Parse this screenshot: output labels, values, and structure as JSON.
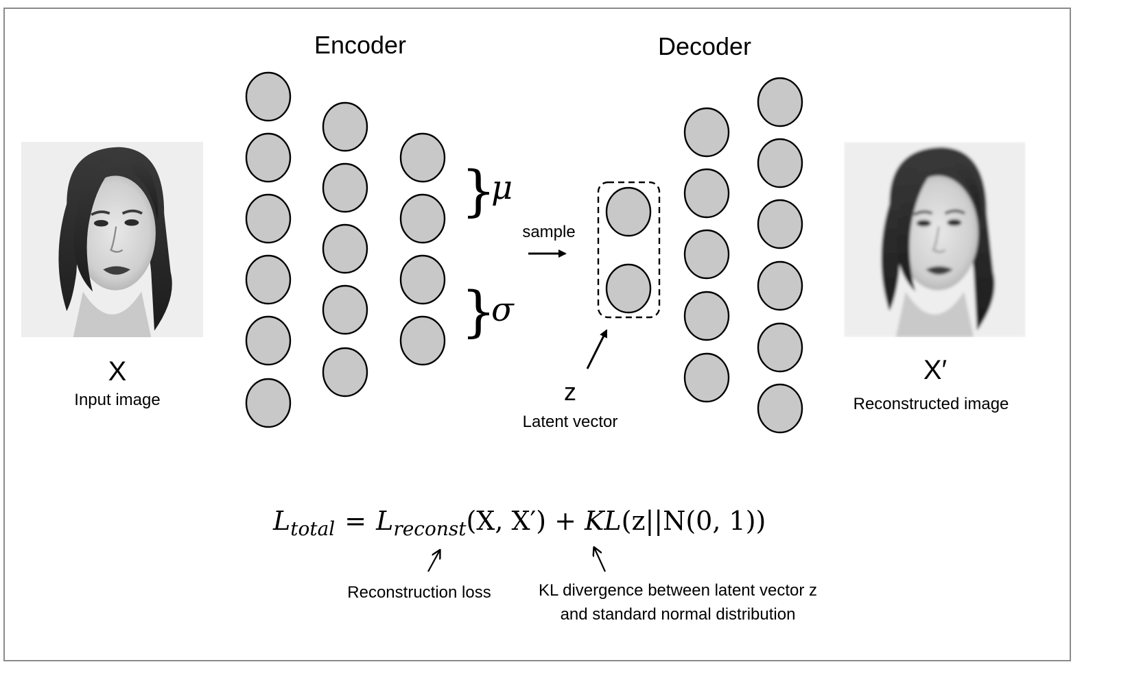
{
  "encoder_title": "Encoder",
  "decoder_title": "Decoder",
  "input": {
    "symbol": "X",
    "caption": "Input image"
  },
  "output": {
    "symbol": "X′",
    "caption": "Reconstructed image"
  },
  "mu_symbol": "μ",
  "sigma_symbol": "σ",
  "sample_label": "sample",
  "latent": {
    "symbol": "z",
    "caption": "Latent vector"
  },
  "loss_equation": {
    "L": "L",
    "total_sub": "total",
    "equals": "=",
    "reconst_sub": "reconst",
    "args": "(X, X′) + ",
    "kl": "KL",
    "kl_args": "(z||N(0, 1))"
  },
  "reconstruction_loss_label": "Reconstruction loss",
  "kl_label_line1": "KL divergence between latent vector z",
  "kl_label_line2": "and standard normal distribution",
  "layers": {
    "encoder": [
      6,
      5,
      4
    ],
    "latent": 2,
    "decoder": [
      5,
      6
    ]
  },
  "colors": {
    "node_fill": "#c8c8c8",
    "frame": "#8a8a8a"
  }
}
